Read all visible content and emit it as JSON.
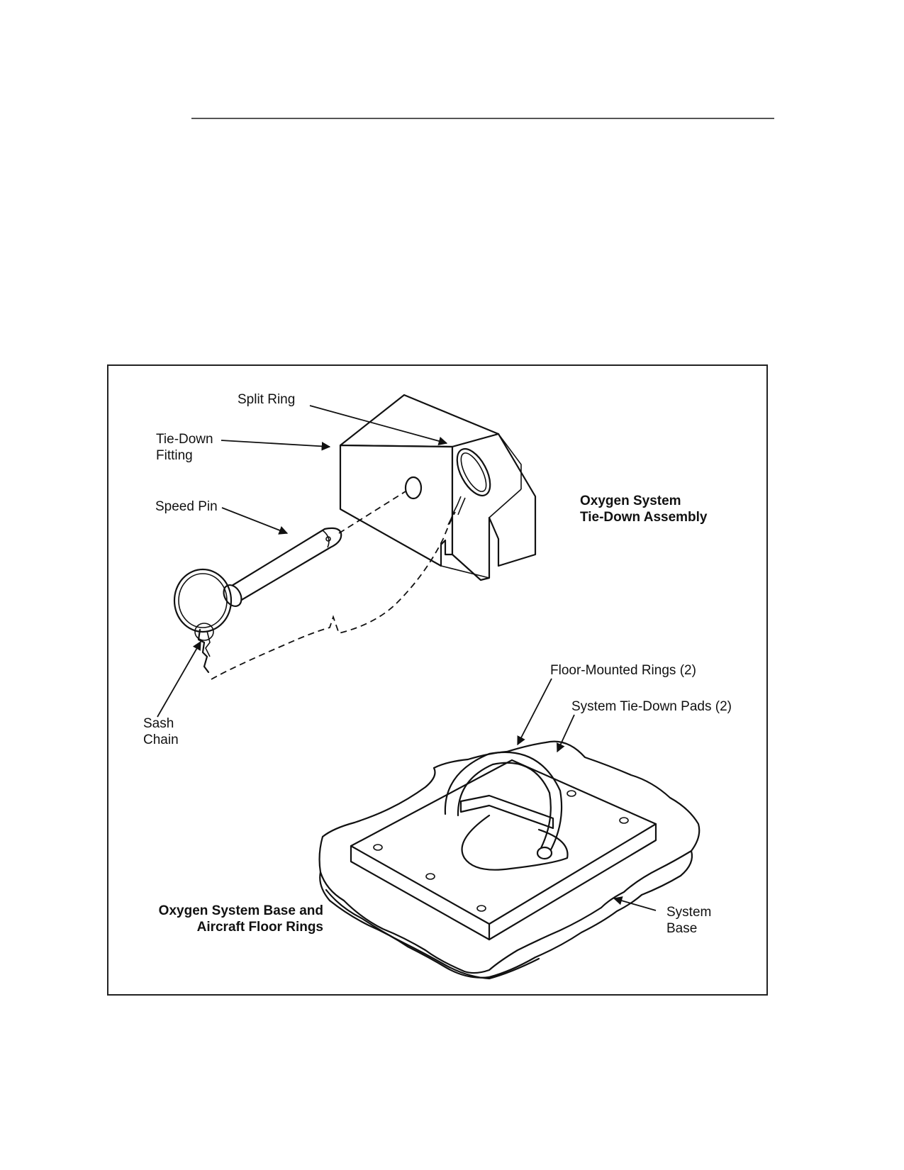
{
  "figure": {
    "upper": {
      "title_line1": "Oxygen System",
      "title_line2": "Tie-Down Assembly",
      "labels": {
        "split_ring": "Split Ring",
        "tie_down_line1": "Tie-Down",
        "tie_down_line2": "Fitting",
        "speed_pin": "Speed Pin",
        "sash_line1": "Sash",
        "sash_line2": "Chain"
      }
    },
    "lower": {
      "title_line1": "Oxygen System Base and",
      "title_line2": "Aircraft Floor Rings",
      "labels": {
        "floor_rings": "Floor-Mounted Rings (2)",
        "tie_down_pads": "System Tie-Down Pads (2)",
        "system_base_line1": "System",
        "system_base_line2": "Base"
      }
    }
  }
}
